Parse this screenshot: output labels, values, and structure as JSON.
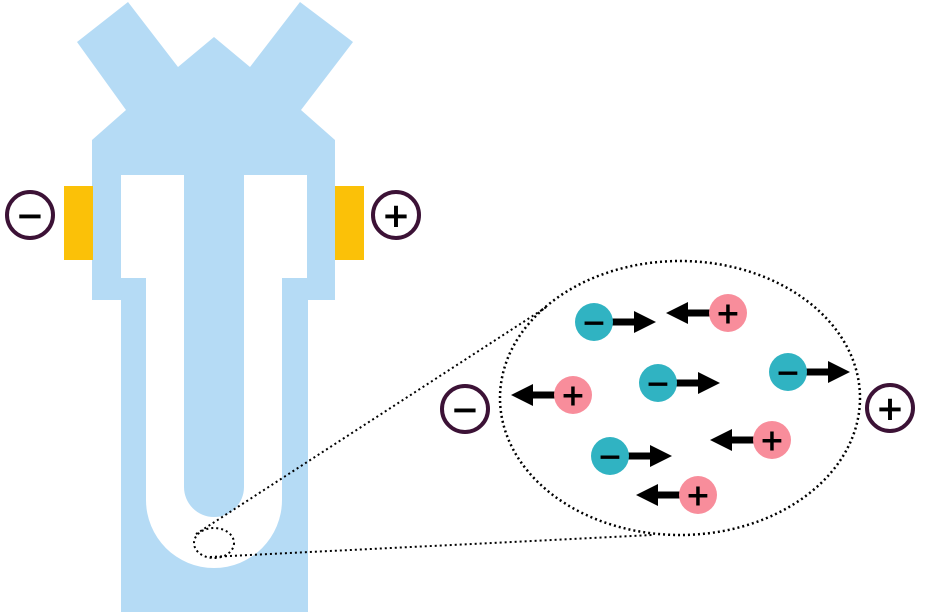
{
  "colors": {
    "background": "#ffffff",
    "tube": "#b5dbf5",
    "electrode": "#fbc108",
    "terminal_ring": "#3c1236",
    "anion": "#30b3c2",
    "cation": "#f88d9b",
    "arrow": "#000000",
    "zoom_outline": "#000000"
  },
  "electrodes": {
    "left": {
      "terminal_sign": "−",
      "terminal_icon": "minus-circle-icon"
    },
    "right": {
      "terminal_sign": "+",
      "terminal_icon": "plus-circle-icon"
    }
  },
  "zoom_view": {
    "left_terminal_sign": "−",
    "right_terminal_sign": "+",
    "anion_sign": "−",
    "cation_sign": "+",
    "anion_direction": "toward +",
    "cation_direction": "toward −",
    "anion_count": 4,
    "cation_count": 4
  }
}
